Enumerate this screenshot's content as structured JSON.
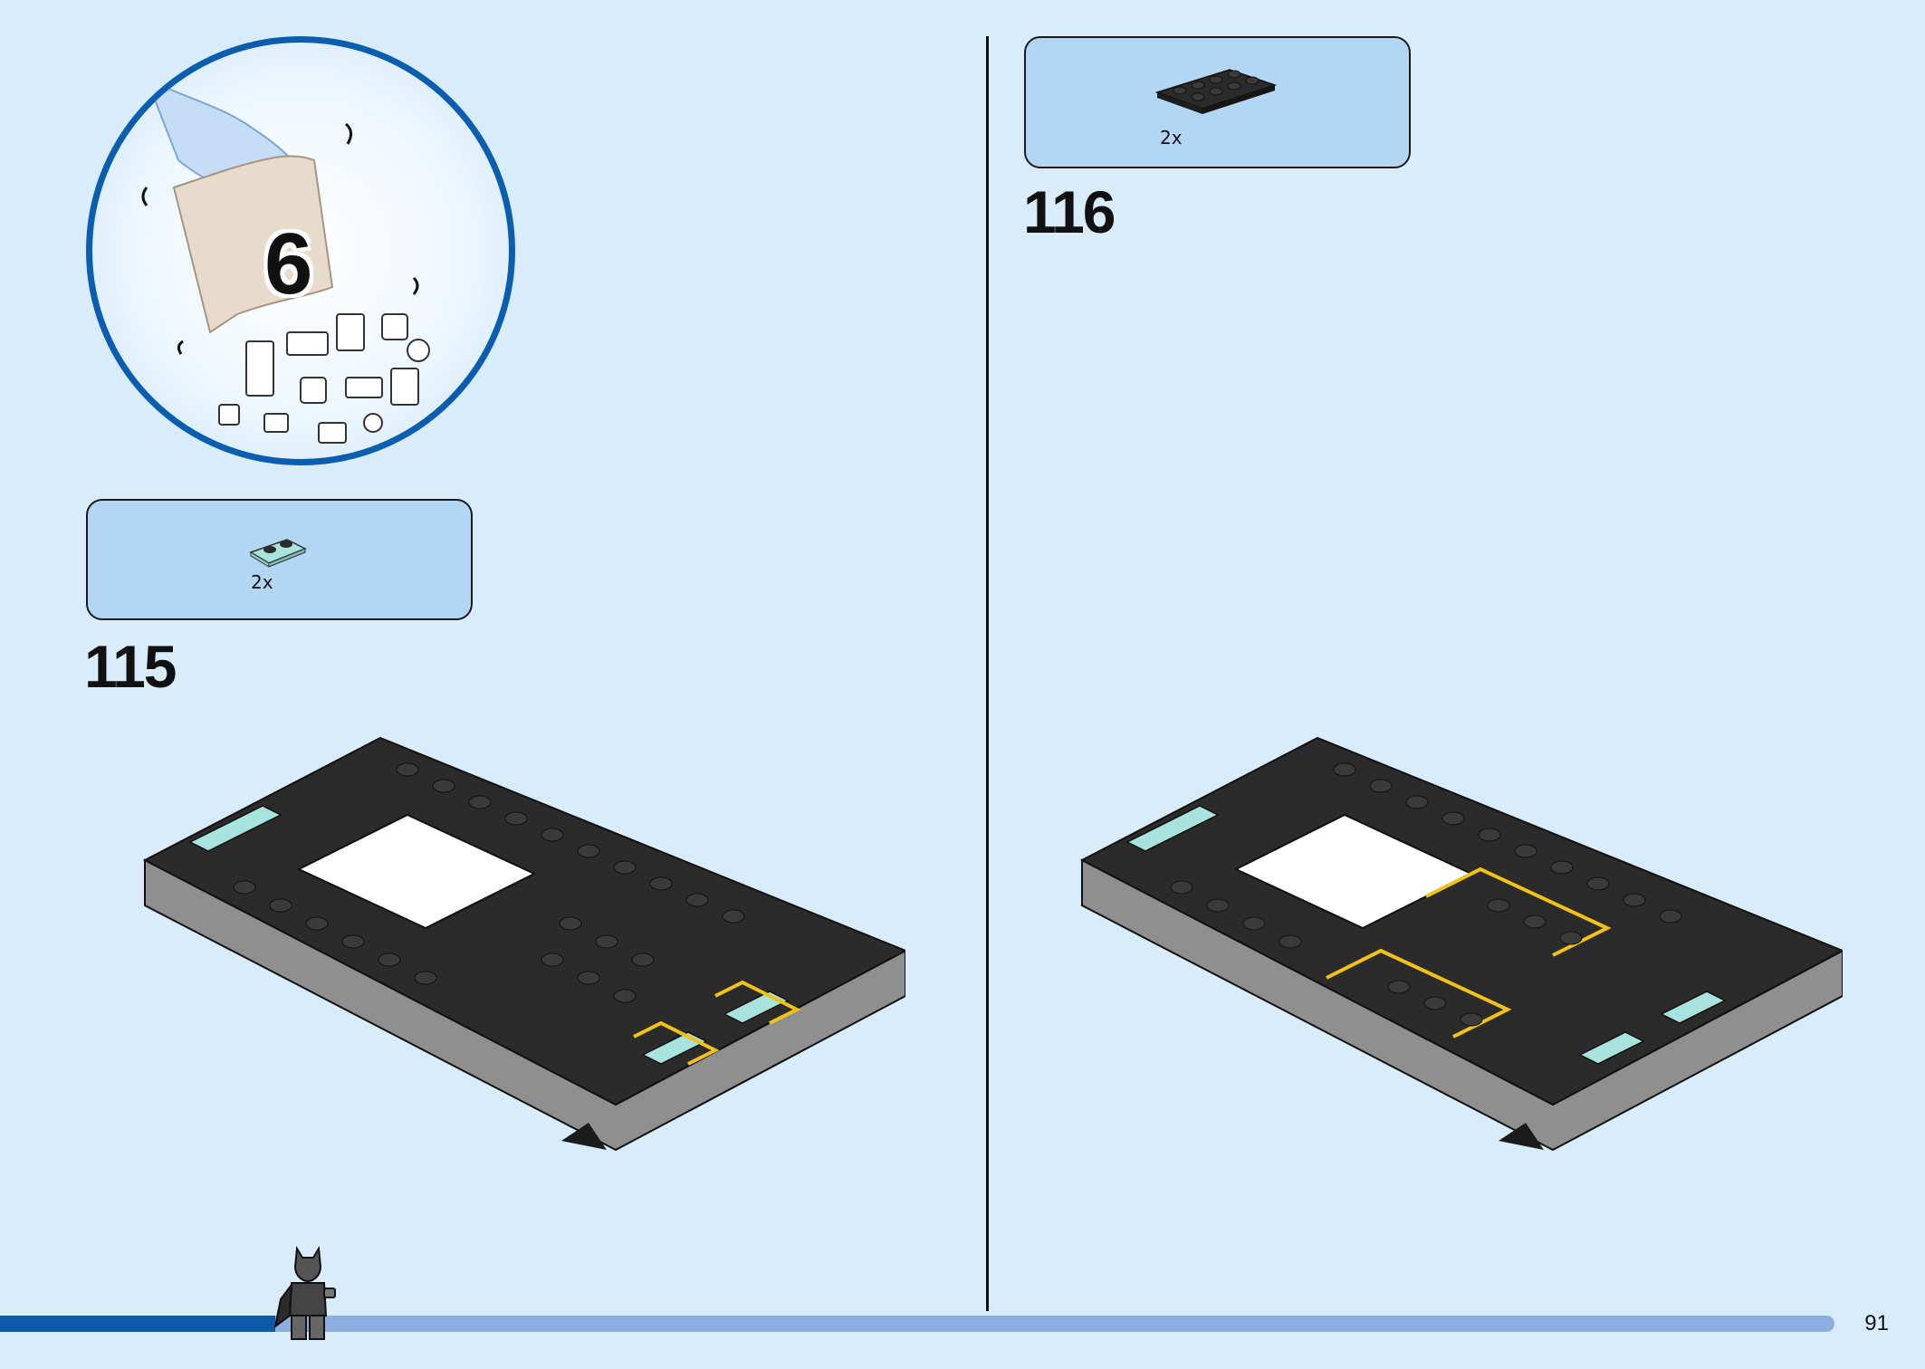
{
  "bag": {
    "number": "6"
  },
  "steps": [
    {
      "number": "115",
      "part_count": "2x"
    },
    {
      "number": "116",
      "part_count": "2x"
    }
  ],
  "progress": {
    "fraction": 0.15
  },
  "page": {
    "number": "91"
  },
  "colors": {
    "background": "#d8ecfb",
    "accent_blue": "#0b5db0",
    "parts_box": "#b3d6f5",
    "brick_dark": "#2b2b2b",
    "brick_gray": "#8f8f8f",
    "trans_light_blue": "#a9e3dd",
    "callout_yellow": "#f2c21b"
  },
  "icons": [
    "hand-with-bag-icon",
    "minifigure-icon",
    "plate-1x2-icon",
    "plate-2x4-icon"
  ]
}
